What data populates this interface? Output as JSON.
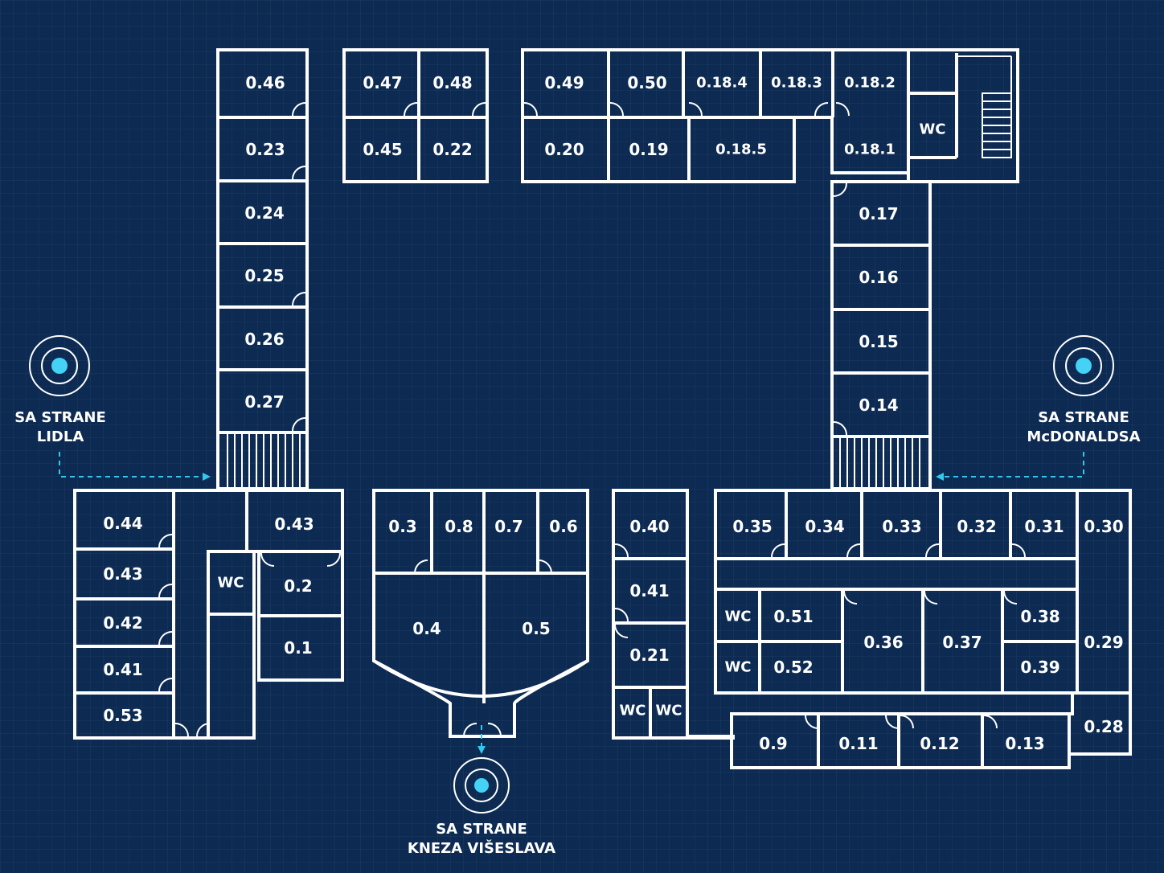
{
  "colors": {
    "background": "#0c2a52",
    "walls": "#ffffff",
    "entrance_marker": "#45d2f7"
  },
  "rooms": {
    "r046": "0.46",
    "r023": "0.23",
    "r024": "0.24",
    "r025": "0.25",
    "r026": "0.26",
    "r027": "0.27",
    "r047": "0.47",
    "r048": "0.48",
    "r045": "0.45",
    "r022": "0.22",
    "r049": "0.49",
    "r050": "0.50",
    "r0184": "0.18.4",
    "r0183": "0.18.3",
    "r0182": "0.18.2",
    "r020": "0.20",
    "r019": "0.19",
    "r0185": "0.18.5",
    "r0181": "0.18.1",
    "wc_top": "WC",
    "r017": "0.17",
    "r016": "0.16",
    "r015": "0.15",
    "r014": "0.14",
    "r044": "0.44",
    "r043a": "0.43",
    "r042": "0.42",
    "r041a": "0.41",
    "r053": "0.53",
    "wc_left": "WC",
    "r043b": "0.43",
    "r02": "0.2",
    "r01": "0.1",
    "r03": "0.3",
    "r08": "0.8",
    "r07": "0.7",
    "r06": "0.6",
    "r04": "0.4",
    "r05": "0.5",
    "r040": "0.40",
    "r041b": "0.41",
    "r021": "0.21",
    "wc_c1": "WC",
    "wc_c2": "WC",
    "r035": "0.35",
    "r034": "0.34",
    "r033": "0.33",
    "r032": "0.32",
    "r031": "0.31",
    "r030": "0.30",
    "wc_r1": "WC",
    "r051": "0.51",
    "wc_r2": "WC",
    "r052": "0.52",
    "r036": "0.36",
    "r037": "0.37",
    "r038": "0.38",
    "r039": "0.39",
    "r029": "0.29",
    "r028": "0.28",
    "r09": "0.9",
    "r011": "0.11",
    "r012": "0.12",
    "r013": "0.13"
  },
  "entrances": {
    "left": {
      "line1": "SA STRANE",
      "line2": "LIDLA"
    },
    "right": {
      "line1": "SA STRANE",
      "line2": "McDONALDSA"
    },
    "bottom": {
      "line1": "SA STRANE",
      "line2": "KNEZA VIŠESLAVA"
    }
  }
}
